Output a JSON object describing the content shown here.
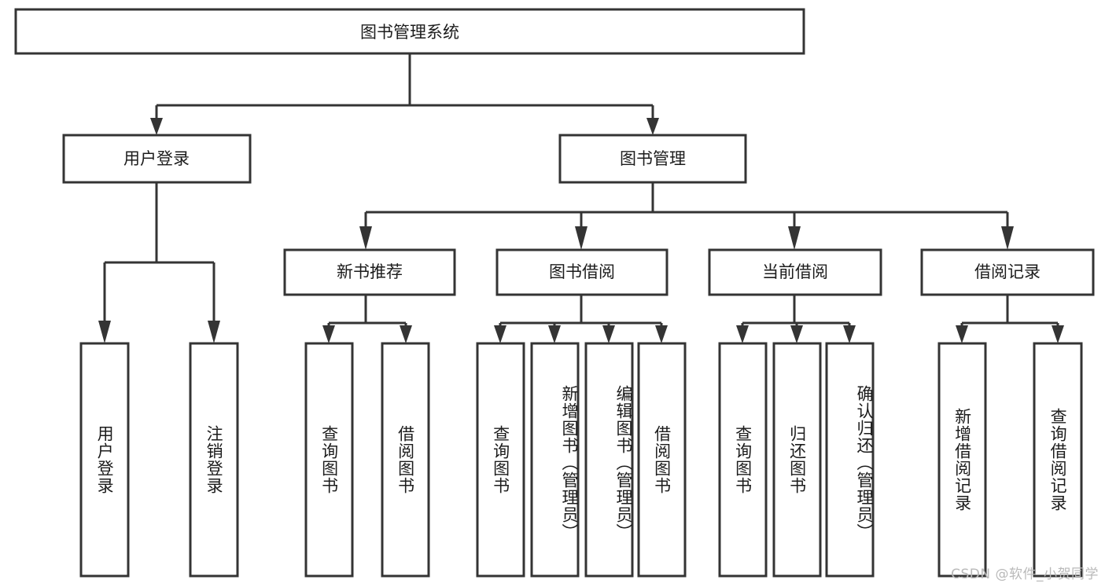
{
  "diagram": {
    "title": "图书管理系统",
    "type": "tree-hierarchy",
    "root": {
      "label": "图书管理系统"
    },
    "level2": [
      {
        "label": "用户登录"
      },
      {
        "label": "图书管理"
      }
    ],
    "level3": [
      {
        "label": "新书推荐"
      },
      {
        "label": "图书借阅"
      },
      {
        "label": "当前借阅"
      },
      {
        "label": "借阅记录"
      }
    ],
    "leaves": {
      "user_login": [
        {
          "label": "用户登录"
        },
        {
          "label": "注销登录"
        }
      ],
      "new_book_recommend": [
        {
          "label": "查询图书"
        },
        {
          "label": "借阅图书"
        }
      ],
      "book_borrow": [
        {
          "label": "查询图书"
        },
        {
          "label": "新增图书（管理员）"
        },
        {
          "label": "编辑图书（管理员）"
        },
        {
          "label": "借阅图书"
        }
      ],
      "current_borrow": [
        {
          "label": "查询图书"
        },
        {
          "label": "归还图书"
        },
        {
          "label": "确认归还（管理员）"
        }
      ],
      "borrow_record": [
        {
          "label": "新增借阅记录"
        },
        {
          "label": "查询借阅记录"
        }
      ]
    },
    "watermark": "CSDN @软件_小贺同学",
    "colors": {
      "stroke": "#343434",
      "fill": "#ffffff",
      "text": "#1c1c1c",
      "watermark": "#b9b9b9"
    }
  }
}
